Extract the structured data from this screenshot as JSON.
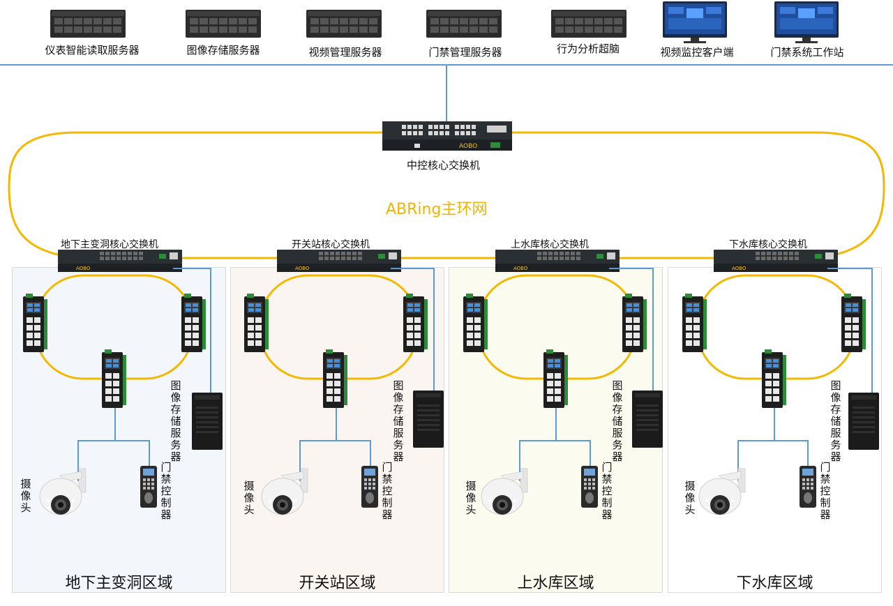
{
  "top_devices": [
    {
      "label": "仪表智能读取服务器",
      "icon": "rack-server-icon"
    },
    {
      "label": "图像存储服务器",
      "icon": "rack-server-icon"
    },
    {
      "label": "视频管理服务器",
      "icon": "rack-server-icon"
    },
    {
      "label": "门禁管理服务器",
      "icon": "rack-server-icon"
    },
    {
      "label": "行为分析超脑",
      "icon": "rack-server-icon"
    },
    {
      "label": "视频监控客户端",
      "icon": "monitor-icon"
    },
    {
      "label": "门禁系统工作站",
      "icon": "monitor-icon"
    }
  ],
  "central_switch": {
    "label": "中控核心交换机",
    "brand": "AOBO"
  },
  "ring_label": "ABRing主环网",
  "zones": [
    {
      "switch_label": "地下主变洞核心交换机",
      "title": "地下主变洞区域",
      "storage_label": "图像存储服务器",
      "access_label": "门禁控制器",
      "camera_label": "摄像头",
      "bg": "#f3f7fb"
    },
    {
      "switch_label": "开关站核心交换机",
      "title": "开关站区域",
      "storage_label": "图像存储服务器",
      "access_label": "门禁控制器",
      "camera_label": "摄像头",
      "bg": "#fbf5f2"
    },
    {
      "switch_label": "上水库核心交换机",
      "title": "上水库区域",
      "storage_label": "图像存储服务器",
      "access_label": "门禁控制器",
      "camera_label": "摄像头",
      "bg": "#fbfbf0"
    },
    {
      "switch_label": "下水库核心交换机",
      "title": "下水库区域",
      "storage_label": "图像存储服务器",
      "access_label": "门禁控制器",
      "camera_label": "摄像头",
      "bg": "#ffffff"
    }
  ],
  "colors": {
    "ring": "#f5b800",
    "link": "#5b9bd5",
    "switch_body": "#2a2f33",
    "switch_green": "#2e8b3a"
  }
}
